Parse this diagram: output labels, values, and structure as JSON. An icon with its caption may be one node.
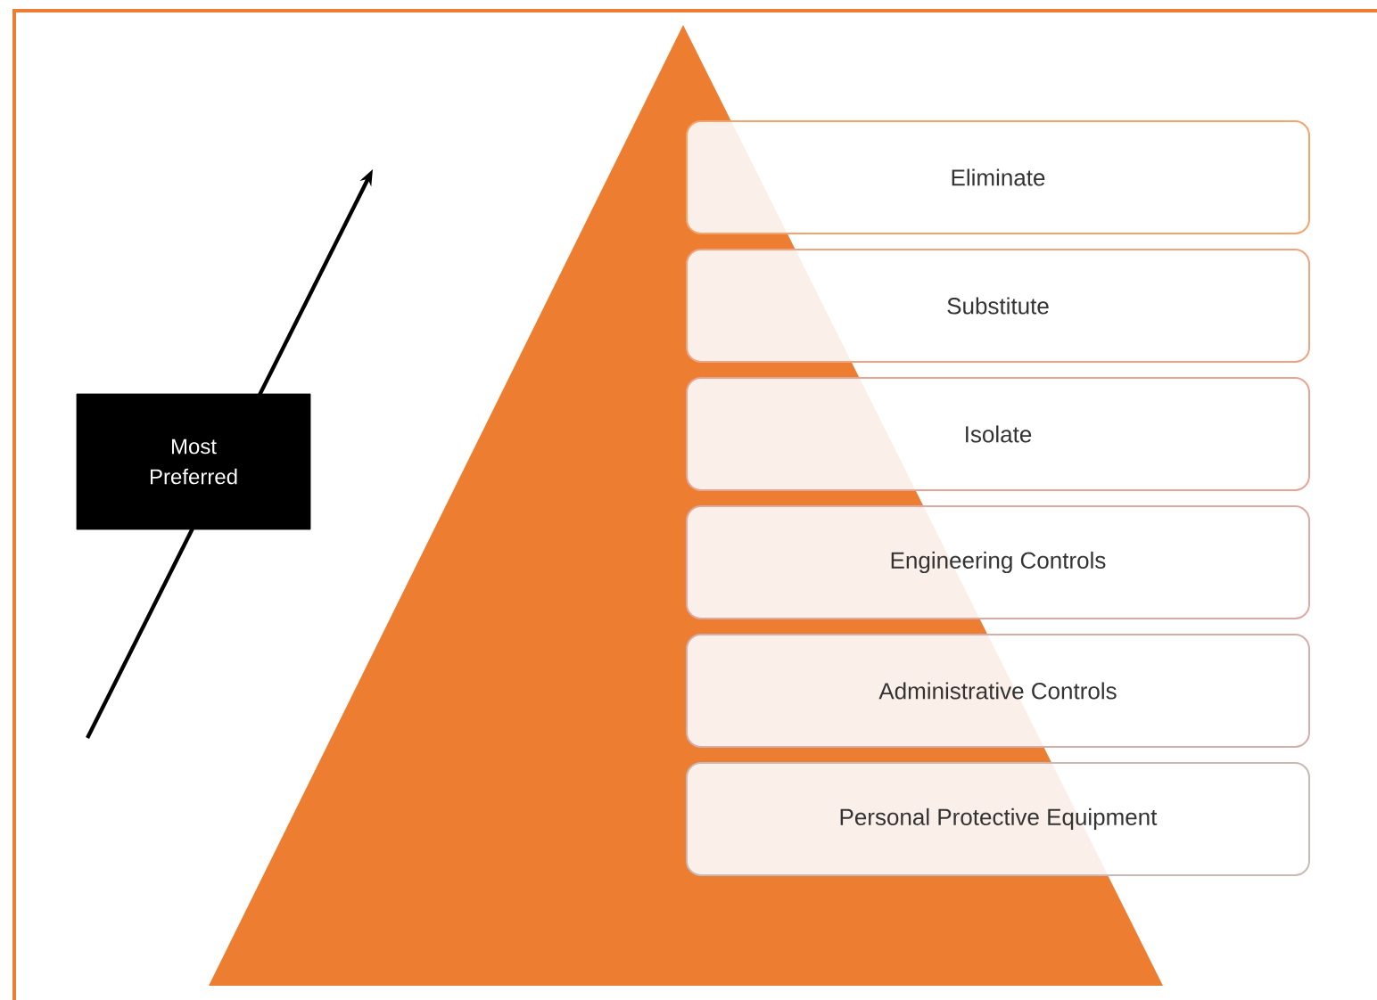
{
  "diagram": {
    "nodes": [
      {
        "text": [
          "Most Preferred"
        ]
      },
      {
        "text": [
          "Eliminate"
        ]
      },
      {
        "text": [
          "Substitute"
        ]
      },
      {
        "text": [
          "Isolate"
        ]
      },
      {
        "text": [
          "Engineering Controls"
        ]
      },
      {
        "text": [
          "Administrative Controls"
        ]
      },
      {
        "text": [
          "Personal Protective Equipment"
        ]
      }
    ]
  }
}
